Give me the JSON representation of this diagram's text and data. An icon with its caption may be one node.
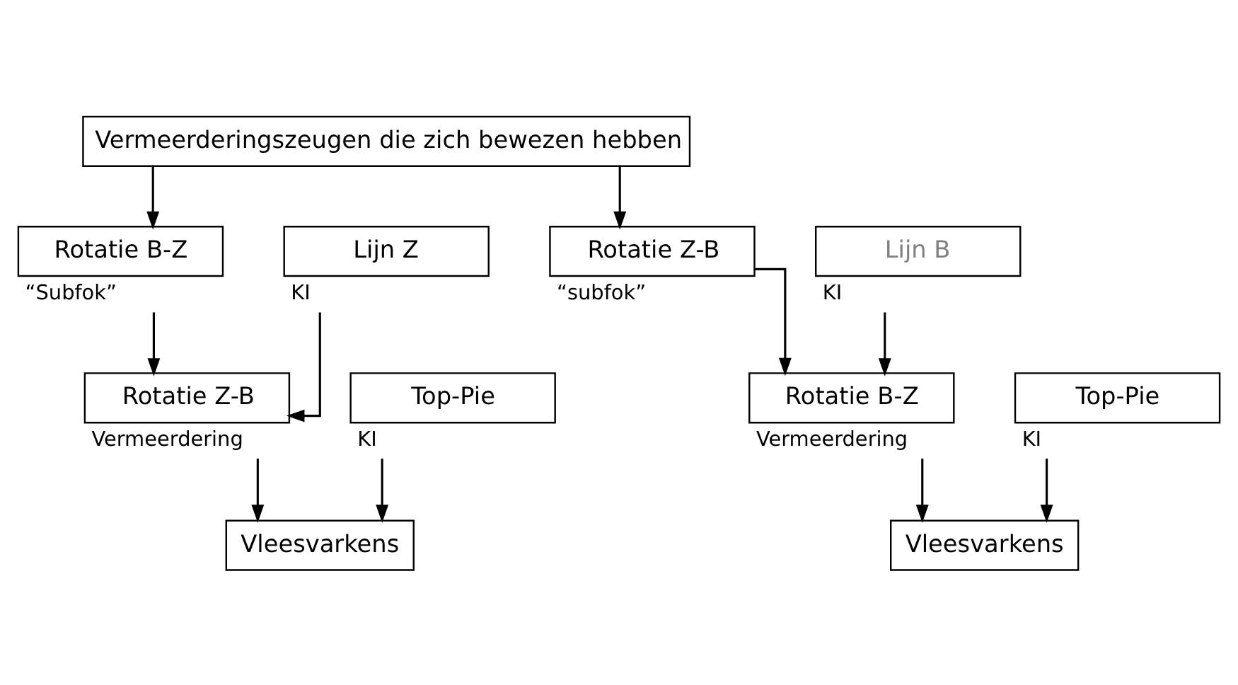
{
  "diagram": {
    "nodes": [
      {
        "text": [
          "Vermeerderingszeugen die zich bewezen hebben"
        ]
      },
      {
        "text": [
          "Rotatie B-Z"
        ],
        "beside": [
          "“Subfok”"
        ]
      },
      {
        "text": [
          "Lijn Z"
        ],
        "beside": [
          "KI"
        ]
      },
      {
        "text": [
          "Rotatie Z-B"
        ],
        "beside": [
          "“subfok”"
        ]
      },
      {
        "text": [
          "Lijn B"
        ],
        "beside": [
          "KI"
        ]
      },
      {
        "text": [
          "Rotatie Z-B"
        ],
        "beside": [
          "Vermeerdering"
        ]
      },
      {
        "text": [
          "Top-Pie"
        ],
        "beside": [
          "KI"
        ]
      },
      {
        "text": [
          "Vleesvarkens"
        ]
      },
      {
        "text": [
          "Rotatie B-Z"
        ],
        "beside": [
          "Vermeerdering"
        ]
      },
      {
        "text": [
          "Top-Pie"
        ],
        "beside": [
          "KI"
        ]
      },
      {
        "text": [
          "Vleesvarkens"
        ]
      }
    ],
    "edges": [
      {
        "from": 0,
        "to": 1,
        "arrow": "to"
      },
      {
        "from": 0,
        "to": 3,
        "arrow": "to"
      },
      {
        "from": 1,
        "to": 5,
        "arrow": "to"
      },
      {
        "from": 2,
        "to": 5,
        "arrow": "to"
      },
      {
        "from": 3,
        "to": 8,
        "arrow": "to"
      },
      {
        "from": 4,
        "to": 8,
        "arrow": "to"
      },
      {
        "from": 5,
        "to": 7,
        "arrow": "to"
      },
      {
        "from": 6,
        "to": 7,
        "arrow": "to"
      },
      {
        "from": 8,
        "to": 10,
        "arrow": "to"
      },
      {
        "from": 9,
        "to": 10,
        "arrow": "to"
      }
    ]
  }
}
